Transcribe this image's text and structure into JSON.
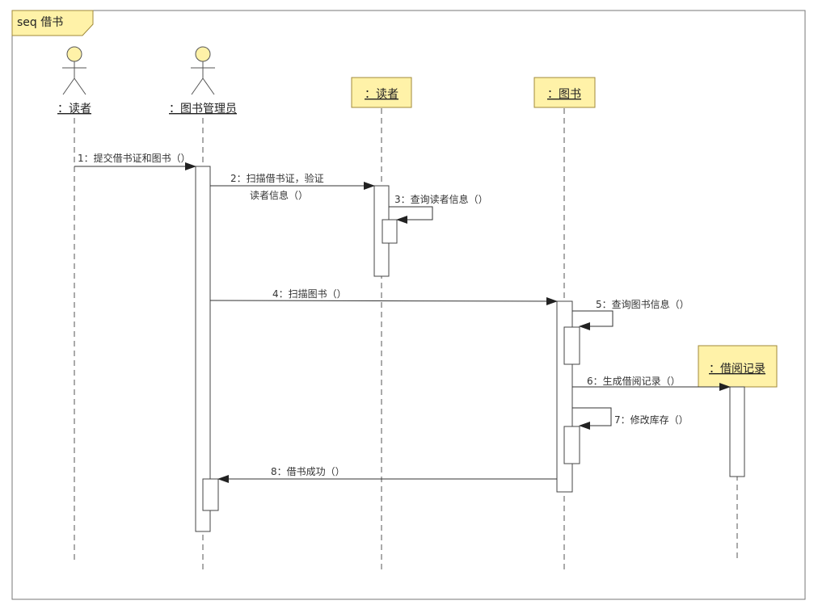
{
  "frame": {
    "label": "seq 借书"
  },
  "actors": [
    {
      "name": "：读者"
    },
    {
      "name": "：图书管理员"
    }
  ],
  "objects": [
    {
      "name": "：读者"
    },
    {
      "name": "：图书"
    },
    {
      "name": "：借阅记录"
    }
  ],
  "messages": [
    {
      "text": "1：提交借书证和图书（）"
    },
    {
      "text": "2：扫描借书证，验证",
      "text2": "读者信息（）"
    },
    {
      "text": "3：查询读者信息（）"
    },
    {
      "text": "4：扫描图书（）"
    },
    {
      "text": "5：查询图书信息（）"
    },
    {
      "text": "6：生成借阅记录（）"
    },
    {
      "text": "7：修改库存（）"
    },
    {
      "text": "8：借书成功（）"
    }
  ],
  "colors": {
    "box_fill": "#fff2a8",
    "box_stroke": "#a08a3a",
    "line": "#555555"
  }
}
